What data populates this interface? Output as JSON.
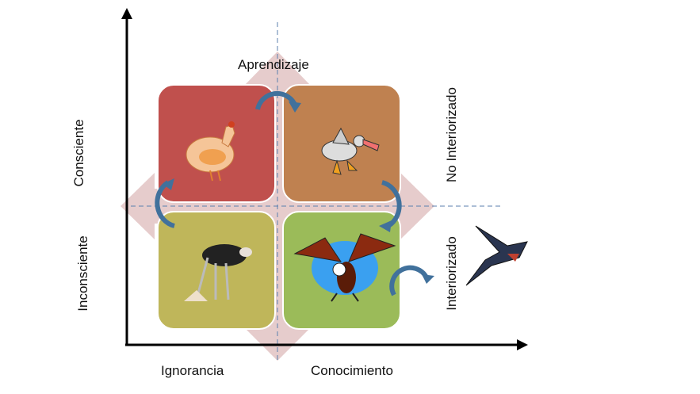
{
  "labels": {
    "top": "Aprendizaje",
    "left_top": "Consciente",
    "left_bottom": "Inconsciente",
    "right_top": "No Interiorizado",
    "right_bottom": "Interiorizado",
    "bottom_left": "Ignorancia",
    "bottom_right": "Conocimiento"
  },
  "quadrants": [
    {
      "id": "conscious-ignorance",
      "animal": "hen",
      "color": "#c0504d"
    },
    {
      "id": "conscious-knowledge",
      "animal": "duck",
      "color": "#bf8150"
    },
    {
      "id": "unconscious-ignorance",
      "animal": "ostrich",
      "color": "#bfb65a"
    },
    {
      "id": "unconscious-knowledge",
      "animal": "eagle",
      "color": "#9bbb59"
    }
  ],
  "colors": {
    "arrow": "#41719c",
    "cross": "#e6cccc",
    "axis": "#000000",
    "dash": "#5b7fae"
  }
}
